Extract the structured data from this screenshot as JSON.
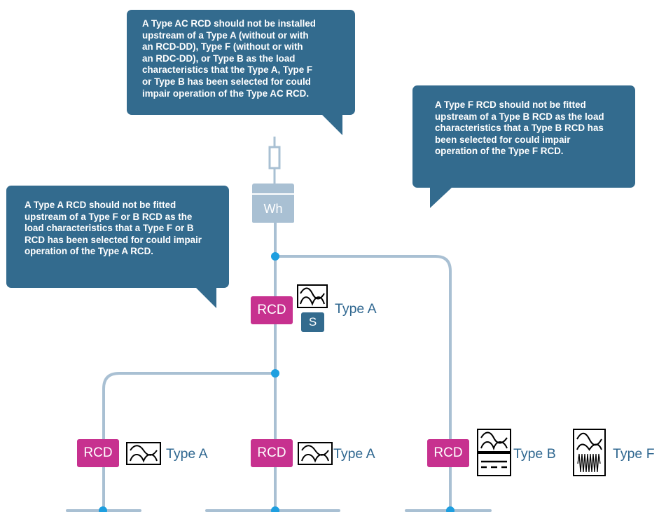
{
  "callouts": {
    "type_ac": {
      "lines": [
        "A Type AC RCD should not be installed",
        "upstream of a Type A (without or with",
        "an RCD-DD), Type F (without or with",
        "an RDC-DD), or Type B as the load",
        "characteristics that the Type A, Type F",
        "or Type B has been selected for could",
        "impair operation of the Type AC RCD."
      ]
    },
    "type_f": {
      "lines": [
        "A Type F RCD should not be fitted",
        "upstream of a Type B RCD as the load",
        "characteristics that a Type B RCD has",
        "been selected for could impair",
        "operation of the Type F RCD."
      ]
    },
    "type_a": {
      "lines": [
        "A Type A RCD should not be fitted",
        "upstream of a Type F or B RCD as the",
        "load characteristics that a Type F or B",
        "RCD has been selected for could impair",
        "operation of the Type A RCD."
      ]
    }
  },
  "meter": {
    "label": "Wh"
  },
  "devices": {
    "main_rcd": {
      "label": "RCD",
      "type_label": "Type A",
      "badge": "S"
    },
    "left_rcd": {
      "label": "RCD",
      "type_label": "Type A"
    },
    "center_rcd": {
      "label": "RCD",
      "type_label": "Type A"
    },
    "right_rcd": {
      "label": "RCD",
      "type_label": "Type B"
    },
    "type_f": {
      "type_label": "Type F"
    }
  },
  "colors": {
    "callout_bg": "#336b8e",
    "rcd_bg": "#c7318f",
    "line": "#a9c0d3",
    "dot": "#1e9fe0",
    "label_text": "#2f6790"
  }
}
